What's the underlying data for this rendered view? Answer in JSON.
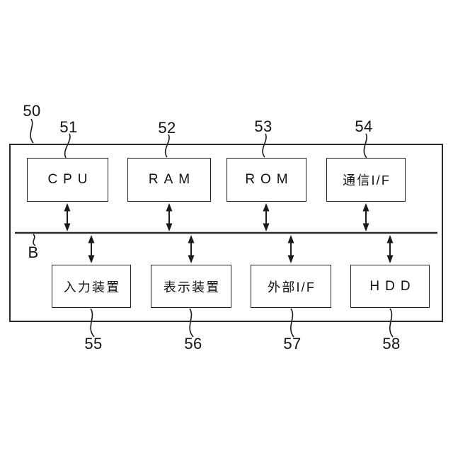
{
  "figure": {
    "type": "block-diagram",
    "colors": {
      "line": "#2b2b2b",
      "text": "#111111",
      "background": "#ffffff"
    },
    "outer": {
      "ref": "50"
    },
    "bus": {
      "ref": "B"
    },
    "top_row": [
      {
        "label": "CPU",
        "ref": "51"
      },
      {
        "label": "RAM",
        "ref": "52"
      },
      {
        "label": "ROM",
        "ref": "53"
      },
      {
        "label": "通信I/F",
        "ref": "54"
      }
    ],
    "bottom_row": [
      {
        "label": "入力装置",
        "ref": "55"
      },
      {
        "label": "表示装置",
        "ref": "56"
      },
      {
        "label": "外部I/F",
        "ref": "57"
      },
      {
        "label": "HDD",
        "ref": "58"
      }
    ]
  }
}
